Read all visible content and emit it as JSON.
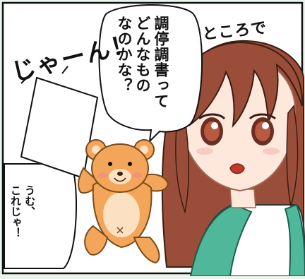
{
  "bubble_main": {
    "lines": [
      "調停調書って",
      "どんなもの",
      "なのかな？"
    ]
  },
  "bubble_left": {
    "lines": [
      "うむ、",
      "これじゃ！"
    ]
  },
  "sfx": {
    "tokoro": "ところで",
    "jan": "じゃーん！"
  },
  "colors": {
    "frame_bg": "#eaf4ea",
    "skin": "#fde8db",
    "hair": "#9a4d38",
    "cardigan": "#4fb79a",
    "bear": "#f3a659",
    "bear_belly": "#fbe0c2"
  }
}
